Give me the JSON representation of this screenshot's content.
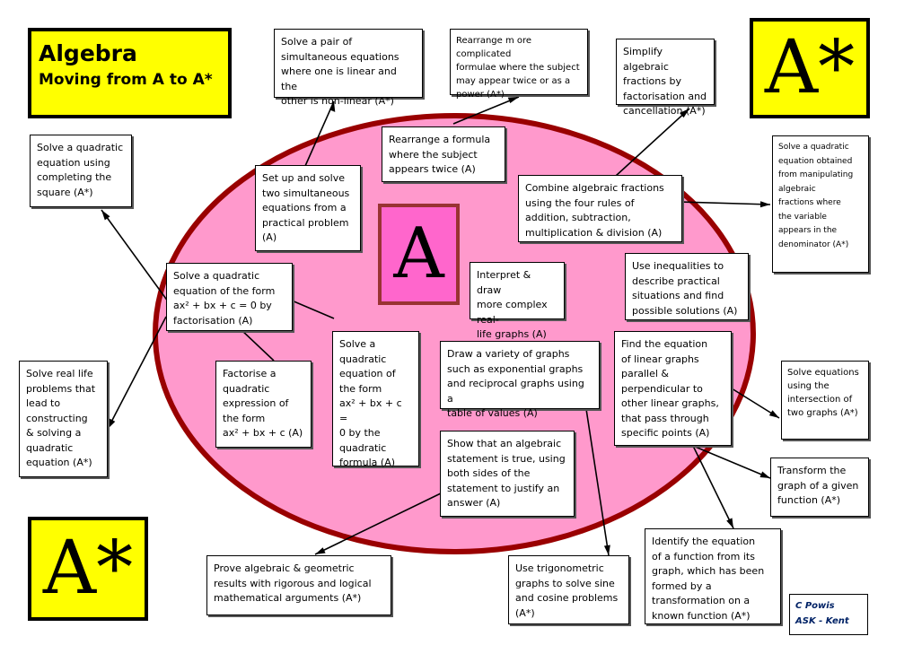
{
  "title": {
    "main": "Algebra",
    "sub": "Moving from A to A*"
  },
  "grade_top_right": "A*",
  "grade_bottom_left": "A*",
  "grade_centre": "A",
  "credit": {
    "line1": "C Powis",
    "line2": "ASK - Kent"
  },
  "colors": {
    "ellipse_fill": "#ff99cc",
    "ellipse_stroke": "#990000",
    "yellow": "#ffff00",
    "centre_fill": "#ff66cc"
  },
  "boxes": {
    "simultaneous_nonlinear": "Solve a pair of\nsimultaneous equations\nwhere one is linear and the\nother is non-linear (A*)",
    "rearrange_complicated": "Rearrange m ore complicated\nformulae where the subject\nmay appear twice or as a\npower (A*)",
    "simplify_fractions": "Simplify algebraic\nfractions by\nfactorisation and\ncancellation (A*)",
    "completing_square": "Solve a quadratic\nequation using\ncompleting the\nsquare (A*)",
    "rearrange_formula": "Rearrange a formula\nwhere the subject\nappears twice (A)",
    "set_up_simultaneous": "Set up and solve\ntwo simultaneous\nequations from a\npractical problem\n(A)",
    "combine_fractions": "Combine algebraic fractions\nusing the four rules of\naddition, subtraction,\nmultiplication & division (A)",
    "quadratic_from_fractions": "Solve a quadratic\nequation obtained\nfrom manipulating\nalgebraic\nfractions where\nthe variable\nappears in the\ndenominator (A*)",
    "quadratic_factorisation": "Solve a quadratic\nequation of the form\nax² + bx + c  =  0 by\nfactorisation  (A)",
    "interpret_graphs": "Interpret & draw\nmore complex real-\nlife graphs (A)",
    "inequalities": "Use inequalities to\ndescribe practical\nsituations and find\npossible solutions (A)",
    "real_life_quadratic": "Solve real life\nproblems that\nlead to\nconstructing\n& solving a\nquadratic\nequation (A*)",
    "factorise_quadratic": "Factorise a\nquadratic\nexpression of\nthe form\nax² + bx + c  (A)",
    "quadratic_formula": "Solve a\nquadratic\nequation of\nthe form\nax² + bx + c  =\n 0 by the\nquadratic\nformula  (A)",
    "draw_graphs": "Draw a variety of graphs\nsuch as exponential graphs\nand reciprocal graphs using a\ntable of values (A)",
    "linear_graphs": "Find the equation\nof linear graphs\nparallel &\nperpendicular to\nother linear graphs,\nthat pass through\nspecific points (A)",
    "intersection_graphs": "Solve equations\nusing the\nintersection of\ntwo graphs (A*)",
    "algebraic_statement": "Show that an algebraic\nstatement is true, using\nboth sides of the\nstatement to justify an\nanswer (A)",
    "transform_graph": "Transform the\ngraph of a given\nfunction (A*)",
    "prove_arguments": "Prove algebraic & geometric\nresults with rigorous and logical\nmathematical arguments (A*)",
    "trig_graphs": "Use trigonometric\ngraphs to solve sine\nand cosine problems\n(A*)",
    "identify_function": "Identify the equation\nof a function from its\ngraph, which has been\nformed by a\ntransformation on a\nknown function (A*)"
  }
}
